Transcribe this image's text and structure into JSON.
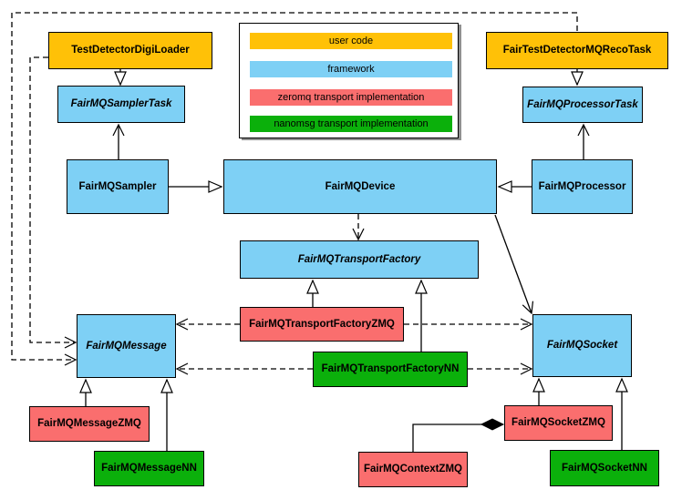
{
  "colors": {
    "user_code": "#FFC107",
    "framework": "#7ED0F5",
    "zeromq": "#FA6E6E",
    "nanomsg": "#0BB00B"
  },
  "legend": {
    "items": [
      {
        "label": "user code",
        "color_key": "user_code"
      },
      {
        "label": "framework",
        "color_key": "framework"
      },
      {
        "label": "zeromq transport implementation",
        "color_key": "zeromq"
      },
      {
        "label": "nanomsg transport implementation",
        "color_key": "nanomsg"
      }
    ]
  },
  "nodes": {
    "digiLoader": {
      "label": "TestDetectorDigiLoader",
      "category": "user_code",
      "abstract": false
    },
    "recoTask": {
      "label": "FairTestDetectorMQRecoTask",
      "category": "user_code",
      "abstract": false
    },
    "samplerTask": {
      "label": "FairMQSamplerTask",
      "category": "framework",
      "abstract": true
    },
    "processorTask": {
      "label": "FairMQProcessorTask",
      "category": "framework",
      "abstract": true
    },
    "sampler": {
      "label": "FairMQSampler",
      "category": "framework",
      "abstract": false
    },
    "device": {
      "label": "FairMQDevice",
      "category": "framework",
      "abstract": false
    },
    "processor": {
      "label": "FairMQProcessor",
      "category": "framework",
      "abstract": false
    },
    "transportFactory": {
      "label": "FairMQTransportFactory",
      "category": "framework",
      "abstract": true
    },
    "transportFactoryZMQ": {
      "label": "FairMQTransportFactoryZMQ",
      "category": "zeromq",
      "abstract": false
    },
    "transportFactoryNN": {
      "label": "FairMQTransportFactoryNN",
      "category": "nanomsg",
      "abstract": false
    },
    "message": {
      "label": "FairMQMessage",
      "category": "framework",
      "abstract": true
    },
    "socket": {
      "label": "FairMQSocket",
      "category": "framework",
      "abstract": true
    },
    "messageZMQ": {
      "label": "FairMQMessageZMQ",
      "category": "zeromq",
      "abstract": false
    },
    "messageNN": {
      "label": "FairMQMessageNN",
      "category": "nanomsg",
      "abstract": false
    },
    "contextZMQ": {
      "label": "FairMQContextZMQ",
      "category": "zeromq",
      "abstract": false
    },
    "socketZMQ": {
      "label": "FairMQSocketZMQ",
      "category": "zeromq",
      "abstract": false
    },
    "socketNN": {
      "label": "FairMQSocketNN",
      "category": "nanomsg",
      "abstract": false
    }
  },
  "relations": [
    {
      "from": "digiLoader",
      "to": "samplerTask",
      "type": "inheritance"
    },
    {
      "from": "recoTask",
      "to": "processorTask",
      "type": "inheritance"
    },
    {
      "from": "sampler",
      "to": "device",
      "type": "inheritance"
    },
    {
      "from": "processor",
      "to": "device",
      "type": "inheritance"
    },
    {
      "from": "transportFactoryZMQ",
      "to": "transportFactory",
      "type": "inheritance"
    },
    {
      "from": "transportFactoryNN",
      "to": "transportFactory",
      "type": "inheritance"
    },
    {
      "from": "messageZMQ",
      "to": "message",
      "type": "inheritance"
    },
    {
      "from": "messageNN",
      "to": "message",
      "type": "inheritance"
    },
    {
      "from": "socketZMQ",
      "to": "socket",
      "type": "inheritance"
    },
    {
      "from": "socketNN",
      "to": "socket",
      "type": "inheritance"
    },
    {
      "from": "sampler",
      "to": "samplerTask",
      "type": "association"
    },
    {
      "from": "processor",
      "to": "processorTask",
      "type": "association"
    },
    {
      "from": "device",
      "to": "socket",
      "type": "association"
    },
    {
      "from": "device",
      "to": "transportFactory",
      "type": "dependency"
    },
    {
      "from": "recoTask",
      "to": "message",
      "type": "dependency"
    },
    {
      "from": "digiLoader",
      "to": "message",
      "type": "dependency"
    },
    {
      "from": "transportFactoryZMQ",
      "to": "message",
      "type": "dependency"
    },
    {
      "from": "transportFactoryZMQ",
      "to": "socket",
      "type": "dependency"
    },
    {
      "from": "transportFactoryNN",
      "to": "message",
      "type": "dependency"
    },
    {
      "from": "transportFactoryNN",
      "to": "socket",
      "type": "dependency"
    },
    {
      "from": "contextZMQ",
      "to": "socketZMQ",
      "type": "composition"
    }
  ]
}
